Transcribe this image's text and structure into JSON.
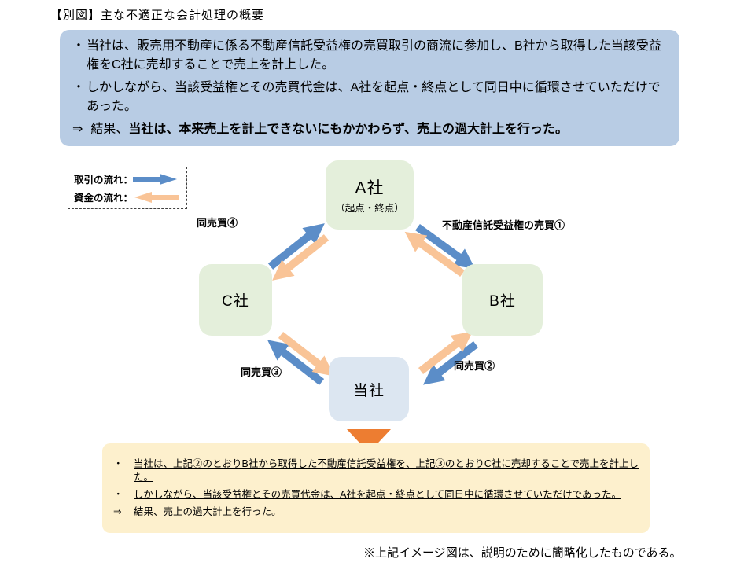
{
  "title": "【別図】主な不適正な会計処理の概要",
  "summary_box": {
    "bullet_char": "・",
    "bullet1": "当社は、販売用不動産に係る不動産信託受益権の売買取引の商流に参加し、B社から取得した当該受益権をC社に売却することで売上を計上した。",
    "bullet2": "しかしながら、当該受益権とその売買代金は、A社を起点・終点として同日中に循環させていただけであった。",
    "conclusion_marker": "⇒",
    "conclusion_prefix": "結果、",
    "conclusion_emphasis": "当社は、本来売上を計上できないにもかかわらず、売上の過大計上を行った。"
  },
  "legend": {
    "transaction_flow_label": "取引の流れ：",
    "funds_flow_label": "資金の流れ："
  },
  "diagram": {
    "nodes": {
      "a": {
        "label": "A社",
        "sublabel": "（起点・終点）"
      },
      "b": {
        "label": "B社"
      },
      "c": {
        "label": "C社"
      },
      "own": {
        "label": "当社"
      }
    },
    "edge_labels": {
      "a_to_b": "不動産信託受益権の売買①",
      "b_to_own": "同売買②",
      "own_to_c": "同売買③",
      "c_to_a": "同売買④"
    }
  },
  "detail_box": {
    "bullet_char": "・",
    "bullet1": "当社は、上記②のとおりB社から取得した不動産信託受益権を、上記③のとおりC社に売却することで売上を計上した。",
    "bullet2": "しかしながら、当該受益権とその売買代金は、A社を起点・終点として同日中に循環させていただけであった。",
    "conclusion_marker": "⇒",
    "conclusion_prefix": "結果、",
    "conclusion_emphasis": "売上の過大計上を行った。"
  },
  "footnote": "※上記イメージ図は、説明のために簡略化したものである。",
  "colors": {
    "summary_box_bg": "#b8cce4",
    "company_box_bg": "#e4efdb",
    "own_company_box_bg": "#dce6f1",
    "detail_box_bg": "#fdf0cd",
    "transaction_arrow": "#5b8dc8",
    "funds_arrow": "#f9c497",
    "pointer_triangle": "#ed7d31"
  }
}
